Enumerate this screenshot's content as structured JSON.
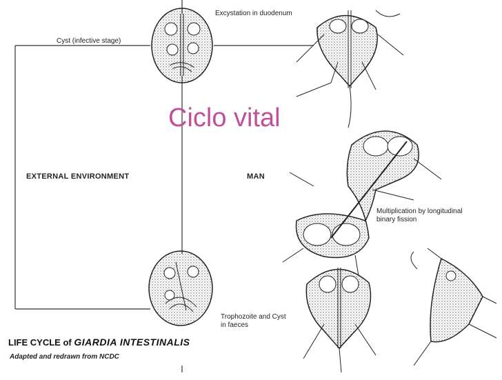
{
  "title": "Ciclo vital",
  "labels": {
    "excystation": "Excystation in duodenum",
    "cyst": "Cyst (infective stage)",
    "external_environment": "EXTERNAL ENVIRONMENT",
    "man": "MAN",
    "multiplication_line1": "Multiplication by longitudinal",
    "multiplication_line2": "binary fission",
    "troph_cyst_line1": "Trophozoite and Cyst",
    "troph_cyst_line2": "in faeces"
  },
  "caption": {
    "prefix": "LIFE CYCLE of",
    "species": "GIARDIA INTESTINALIS",
    "credit": "Adapted and redrawn from NCDC"
  },
  "colors": {
    "title": "#c0509a",
    "line": "#333333"
  }
}
